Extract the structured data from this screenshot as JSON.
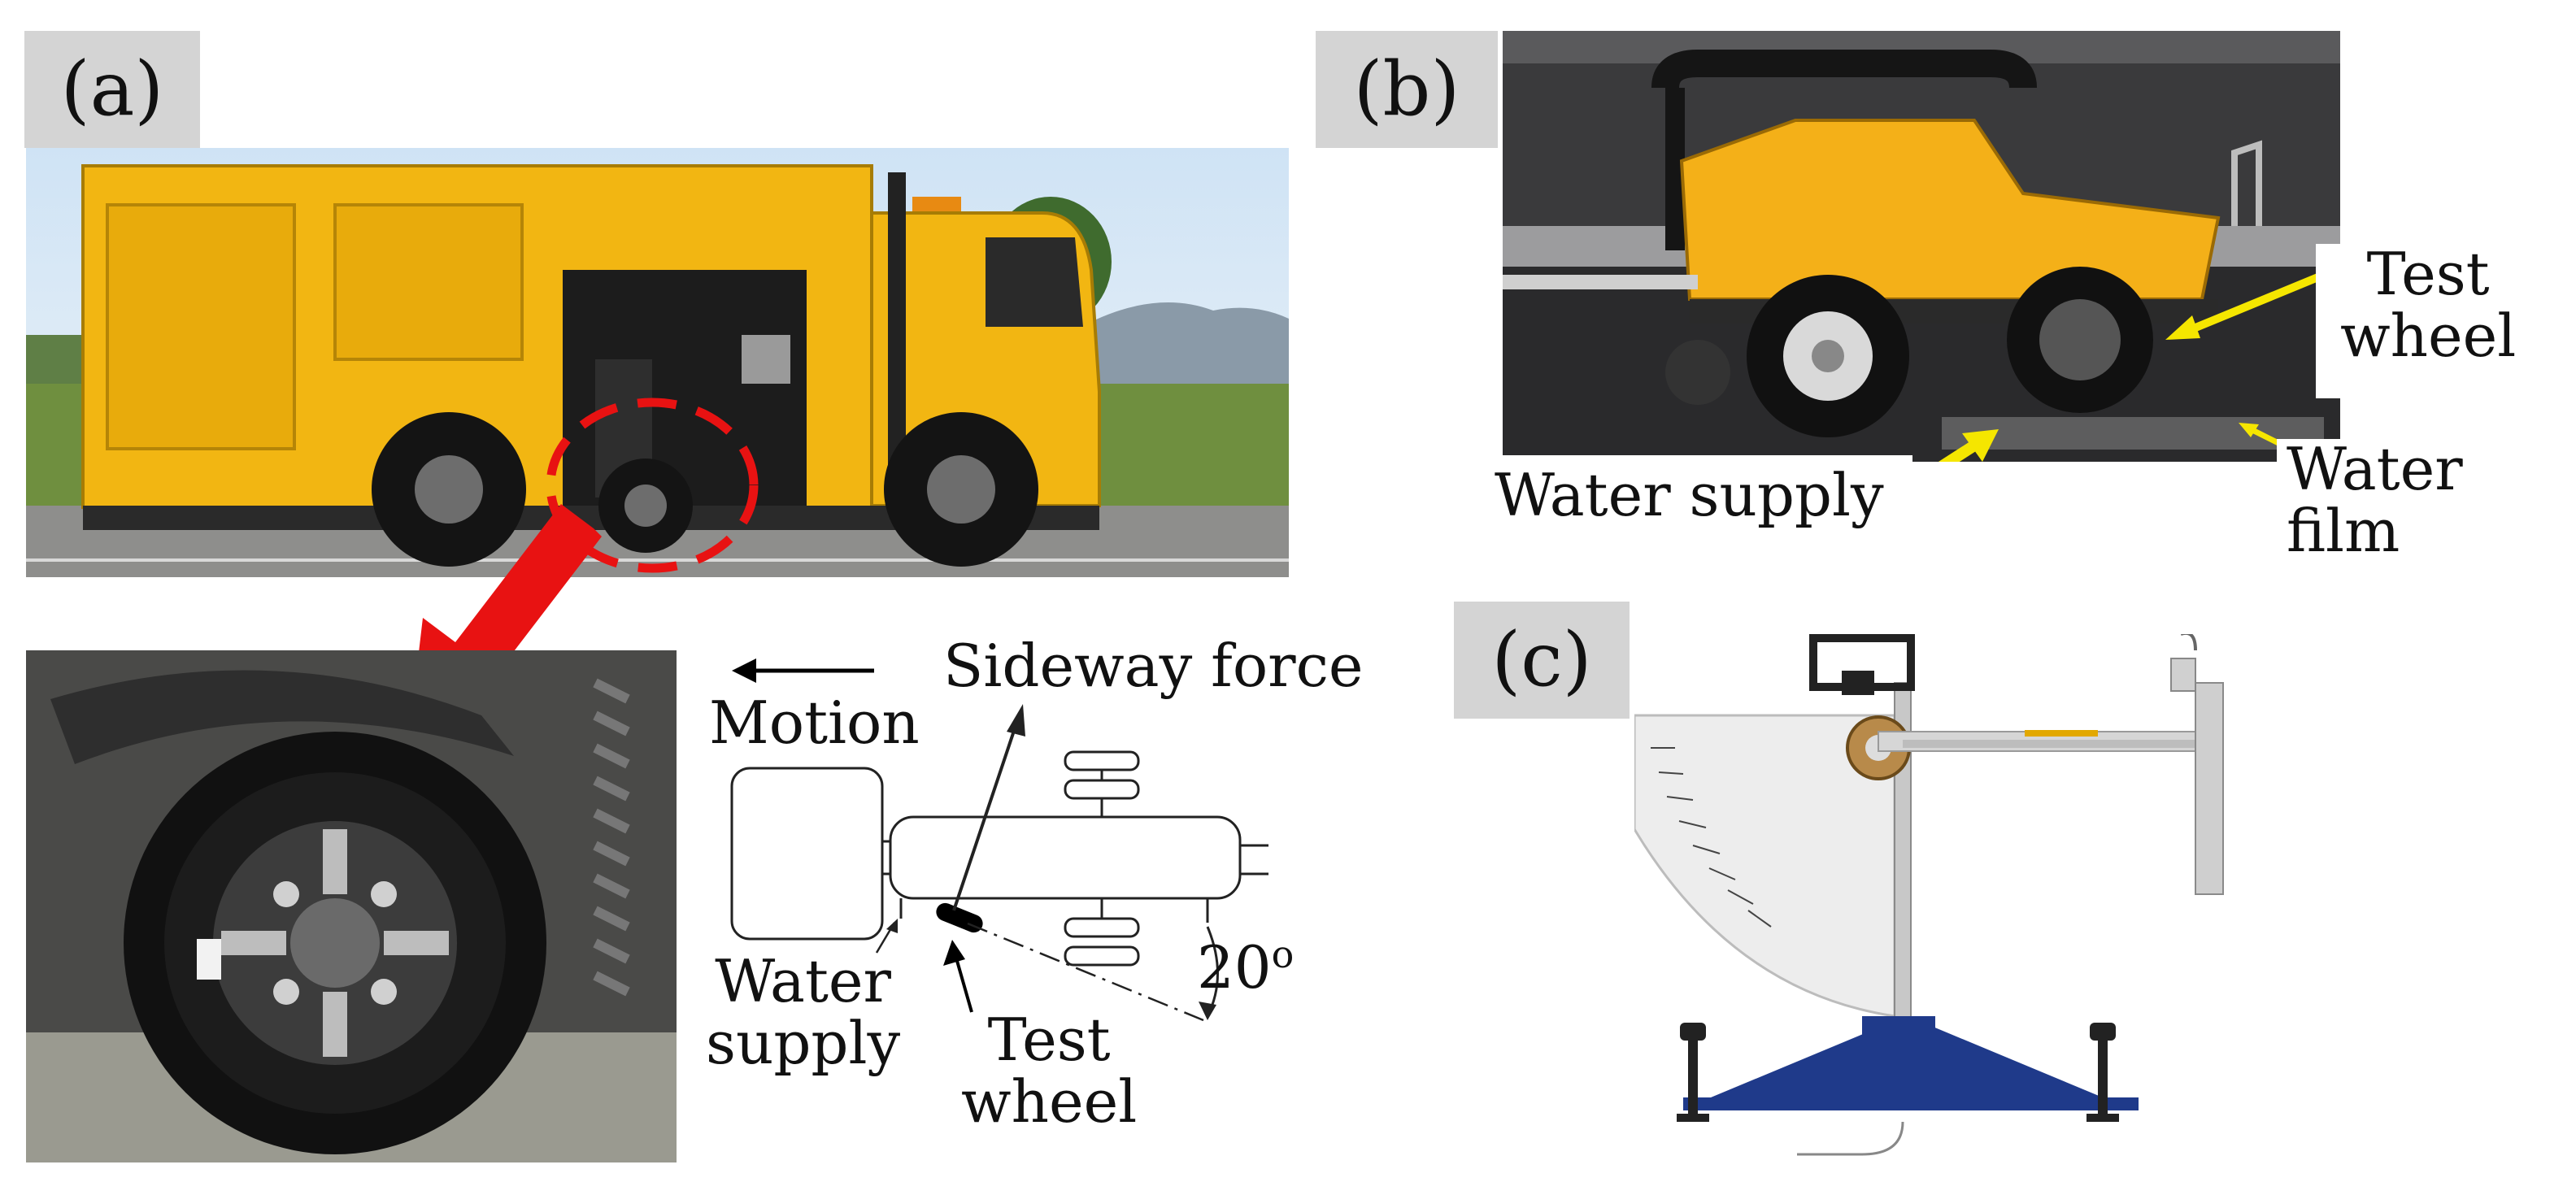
{
  "panels": {
    "a": {
      "tag": "(a)"
    },
    "b": {
      "tag": "(b)"
    },
    "c": {
      "tag": "(c)"
    }
  },
  "diagram_a": {
    "motion": "Motion",
    "sideway_force": "Sideway force",
    "water_supply_line1": "Water",
    "water_supply_line2": "supply",
    "test_wheel_line1": "Test",
    "test_wheel_line2": "wheel",
    "angle_value": "20",
    "angle_unit": "o"
  },
  "photo_b": {
    "test_wheel_line1": "Test",
    "test_wheel_line2": "wheel",
    "water_supply": "Water supply",
    "water_film_line1": "Water",
    "water_film_line2": "film"
  },
  "colors": {
    "truck_yellow": "#f2b612",
    "trailer_yellow": "#f4b018",
    "pointer_red": "#e81212",
    "annotation_yellow": "#f5e600",
    "pendulum_blue": "#1f3a8a",
    "tag_gray": "#d4d4d4"
  }
}
